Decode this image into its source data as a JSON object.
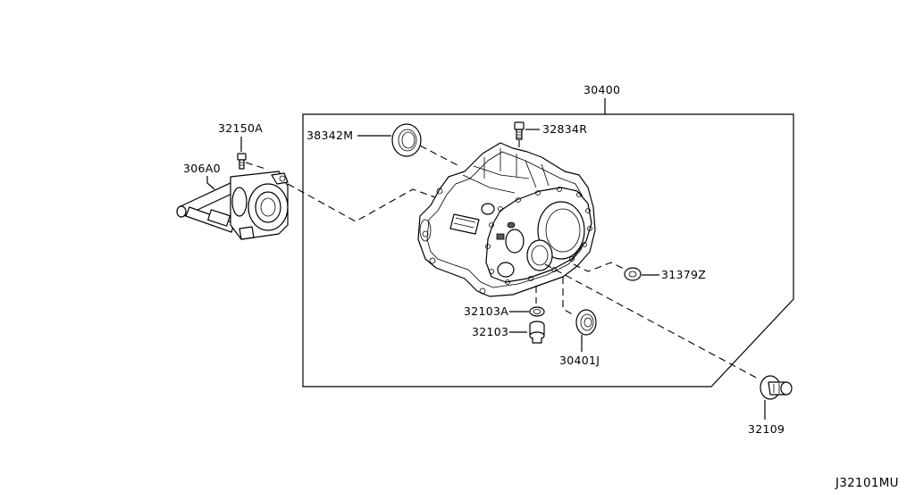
{
  "callouts": {
    "main_housing": "30400",
    "oil_seal_large": "38342M",
    "breather_bolt": "32834R",
    "release_bolt": "32150A",
    "release_bearing": "306A0",
    "bushing": "31379Z",
    "gasket_washer": "32103A",
    "drain_plug": "32103",
    "oil_seal_small": "30401J",
    "shaft_plug": "32109"
  },
  "diagram_code": "J32101MU"
}
